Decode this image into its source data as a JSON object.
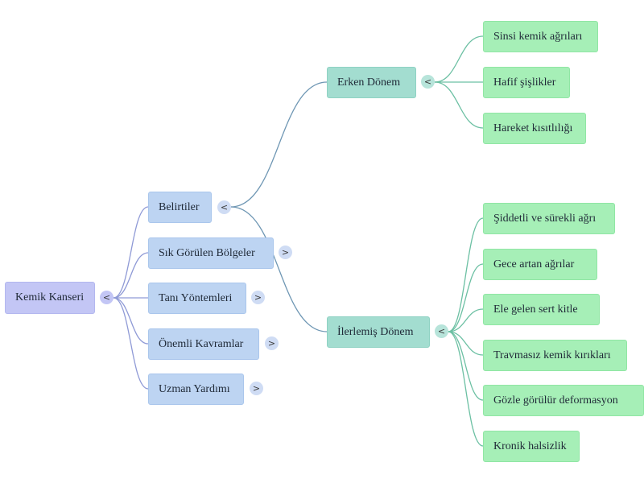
{
  "root": {
    "label": "Kemik Kanseri",
    "toggle": "<"
  },
  "branches": [
    {
      "label": "Belirtiler",
      "toggle": "<"
    },
    {
      "label": "Sık Görülen Bölgeler",
      "toggle": ">"
    },
    {
      "label": "Tanı Yöntemleri",
      "toggle": ">"
    },
    {
      "label": "Önemli Kavramlar",
      "toggle": ">"
    },
    {
      "label": "Uzman Yardımı",
      "toggle": ">"
    }
  ],
  "stages": [
    {
      "label": "Erken Dönem",
      "toggle": "<"
    },
    {
      "label": "İlerlemiş Dönem",
      "toggle": "<"
    }
  ],
  "early_leaves": [
    {
      "label": "Sinsi kemik ağrıları"
    },
    {
      "label": "Hafif şişlikler"
    },
    {
      "label": "Hareket kısıtlılığı"
    }
  ],
  "advanced_leaves": [
    {
      "label": "Şiddetli ve sürekli ağrı"
    },
    {
      "label": "Gece artan ağrılar"
    },
    {
      "label": "Ele gelen sert kitle"
    },
    {
      "label": "Travmasız kemik kırıkları"
    },
    {
      "label": "Gözle görülür deformasyon"
    },
    {
      "label": "Kronik halsizlik"
    }
  ],
  "colors": {
    "edge_root": "#8f9ad6",
    "edge_stage": "#6f97b4",
    "edge_leaf": "#6cc0a3"
  }
}
